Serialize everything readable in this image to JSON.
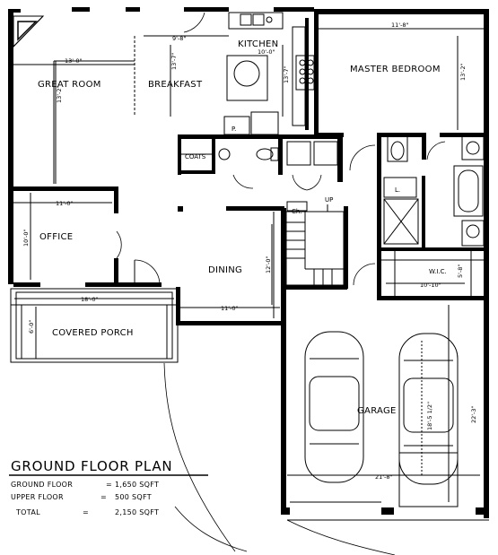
{
  "rooms": {
    "great_room": "GREAT ROOM",
    "breakfast": "BREAKFAST",
    "kitchen": "KITCHEN",
    "master_bedroom": "MASTER BEDROOM",
    "office": "OFFICE",
    "dining": "DINING",
    "covered_porch": "COVERED PORCH",
    "garage": "GARAGE",
    "wic": "W.I.C.",
    "coats": "COATS",
    "pantry": "P.",
    "linen": "L.",
    "china": "Ch.",
    "stair_up": "UP"
  },
  "dimensions": {
    "great_room_w": "13'-0\"",
    "great_room_d": "13'-2\"",
    "breakfast_w": "9'-8\"",
    "breakfast_d": "13'-7\"",
    "kitchen_w": "10'-0\"",
    "kitchen_d": "13'-7\"",
    "master_w": "11'-8\"",
    "master_d": "13'-2\"",
    "office_w": "11'-0\"",
    "office_d": "10'-0\"",
    "dining_w": "11'-0\"",
    "dining_d": "12'-0\"",
    "porch_w": "18'-0\"",
    "porch_d": "6'-0\"",
    "wic_w": "10'-10\"",
    "wic_d": "5'-8\"",
    "garage_w": "21'-8\"",
    "garage_d": "22'-3\"",
    "garage_car": "18'-5 1/2\""
  },
  "plan_title": "GROUND FLOOR PLAN",
  "areas": [
    {
      "label": "GROUND FLOOR",
      "sep": "=",
      "value": "1,650 SQFT"
    },
    {
      "label": "UPPER FLOOR",
      "sep": "=",
      "value": "500 SQFT"
    },
    {
      "label": "TOTAL",
      "sep": "=",
      "value": "2,150 SQFT"
    }
  ]
}
